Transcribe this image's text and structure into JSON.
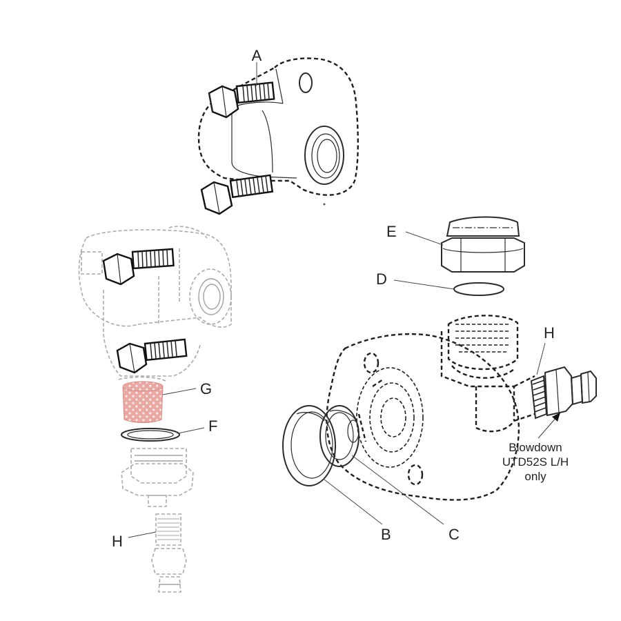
{
  "diagram": {
    "labels": {
      "a": "A",
      "b": "B",
      "c": "C",
      "d": "D",
      "e": "E",
      "f": "F",
      "g": "G",
      "h_right": "H",
      "h_left": "H"
    },
    "note": {
      "line1": "Blowdown",
      "line2": "UTD52S L/H",
      "line3": "only"
    },
    "colors": {
      "strainer_screen": "#e8a8a4",
      "line": "#2a2a2a",
      "ghost_line": "#a9a9a9"
    }
  }
}
